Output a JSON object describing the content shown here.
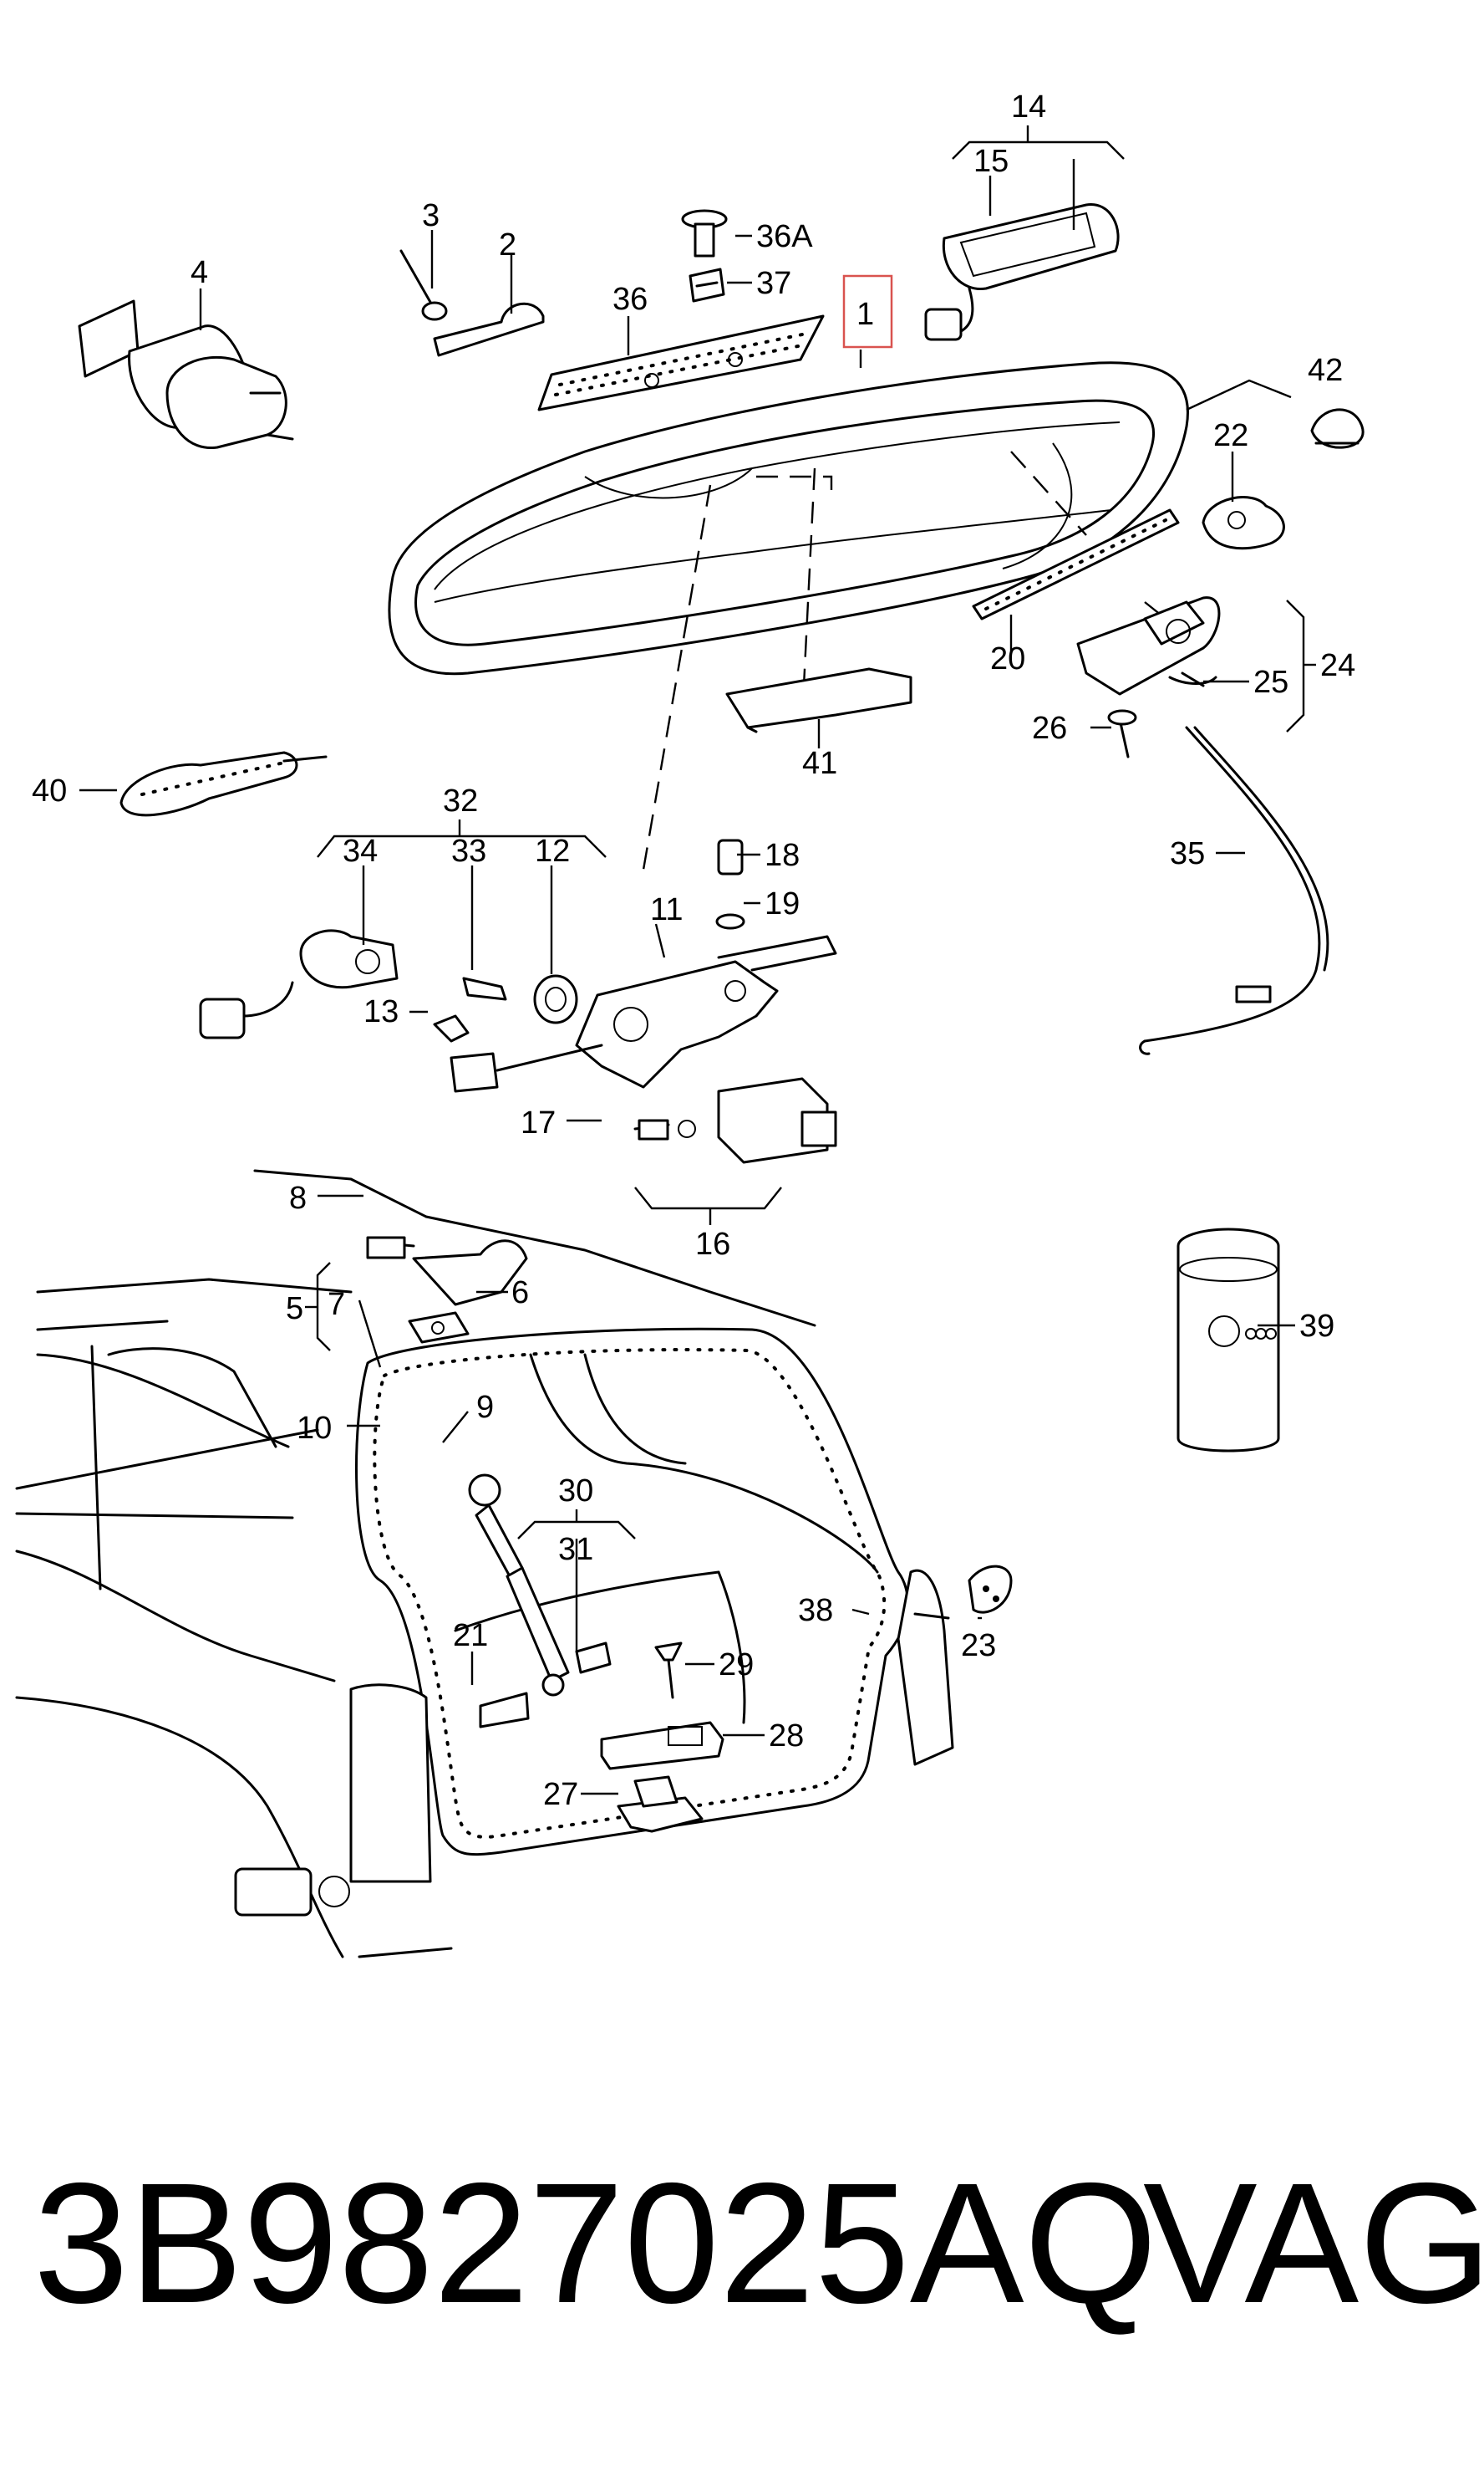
{
  "footer": {
    "part_number": "3B9827025AQ",
    "brand": "VAG"
  },
  "callouts": [
    "1",
    "2",
    "3",
    "4",
    "5",
    "6",
    "7",
    "8",
    "9",
    "10",
    "11",
    "12",
    "13",
    "14",
    "15",
    "16",
    "17",
    "18",
    "19",
    "20",
    "21",
    "22",
    "23",
    "24",
    "25",
    "26",
    "27",
    "28",
    "29",
    "30",
    "31",
    "32",
    "33",
    "34",
    "35",
    "36",
    "36A",
    "37",
    "38",
    "39",
    "40",
    "41",
    "42"
  ],
  "highlighted_callout": "1",
  "colors": {
    "line": "#000000",
    "highlight": "#d9534f",
    "background": "#ffffff"
  }
}
